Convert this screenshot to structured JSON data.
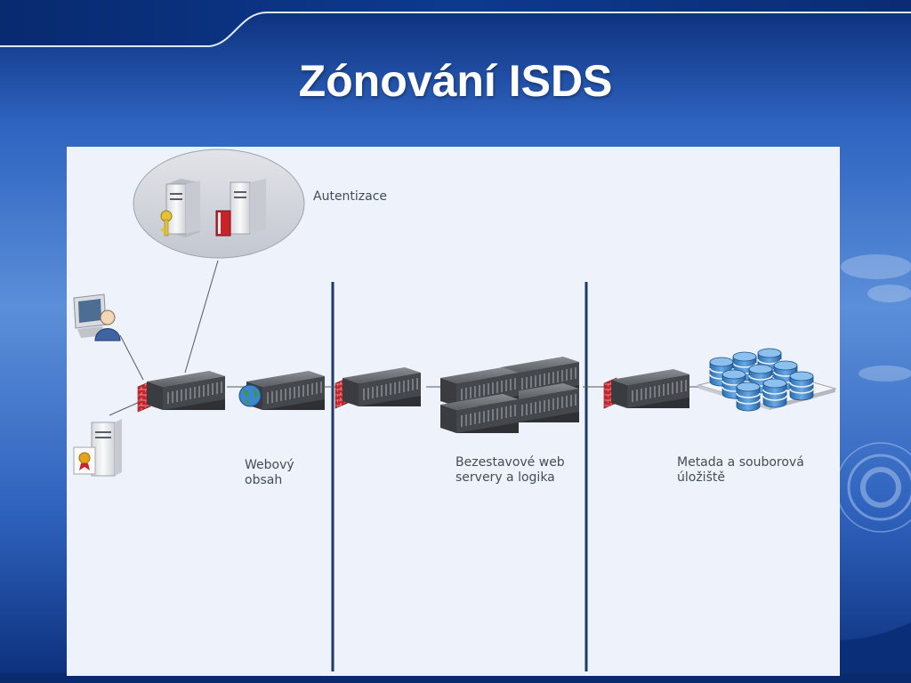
{
  "slide": {
    "title": "Zónování ISDS"
  },
  "colors": {
    "background": "#0d3a8a",
    "panel": "#eef2fa",
    "zone_divider": "#1f3a66",
    "firewall": "#c8232b",
    "database": "#3b82c4"
  },
  "diagram": {
    "labels": {
      "authentication": "Autentizace",
      "web_content_line1": "Webový",
      "web_content_line2": "obsah",
      "stateless_line1": "Bezestavové web",
      "stateless_line2": "servery a logika",
      "storage_line1": "Metada a souborová",
      "storage_line2": "úložiště"
    },
    "icons": [
      "client-computer-icon",
      "certificate-server-icon",
      "key-server-icon",
      "directory-server-icon",
      "firewall-icon",
      "rack-server-icon",
      "globe-icon",
      "server-cluster-icon",
      "database-icon"
    ]
  }
}
